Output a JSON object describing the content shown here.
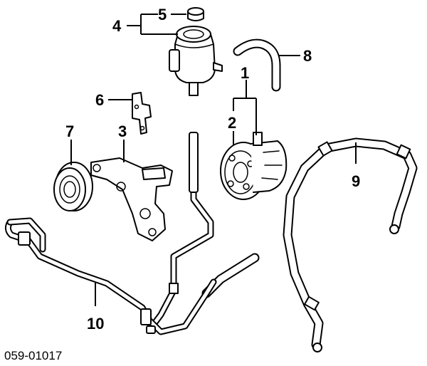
{
  "diagram_code": "059-01017",
  "callouts": {
    "c1": "1",
    "c2": "2",
    "c3": "3",
    "c4": "4",
    "c5": "5",
    "c6": "6",
    "c7": "7",
    "c8": "8",
    "c9": "9",
    "c10": "10"
  }
}
